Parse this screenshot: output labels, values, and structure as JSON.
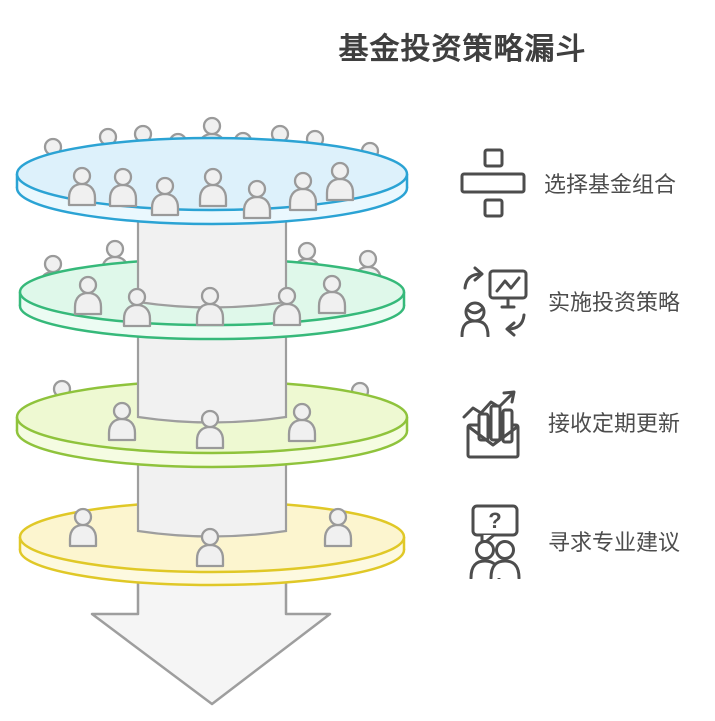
{
  "title": "基金投资策略漏斗",
  "title_color": "#3f3f3f",
  "funnel": {
    "layers": [
      {
        "name": "top-layer",
        "fill_top": "#ddf1fb",
        "fill_side": "#eaf8fe",
        "stroke": "#2ba3d4",
        "people_count": 16
      },
      {
        "name": "second-layer",
        "fill_top": "#dff8ea",
        "fill_side": "#ecfcf3",
        "stroke": "#36b97a",
        "people_count": 9
      },
      {
        "name": "third-layer",
        "fill_top": "#eef9d2",
        "fill_side": "#f5fce2",
        "stroke": "#8fc33c",
        "people_count": 5
      },
      {
        "name": "bottom-layer",
        "fill_top": "#fcf5cf",
        "fill_side": "#fdf9e0",
        "stroke": "#e0c827",
        "people_count": 3
      }
    ],
    "column_color": "#f1f1f1",
    "arrow_color": "#f5f5f5",
    "person_fill": "#f0f0f0",
    "person_stroke": "#9a9a9a"
  },
  "steps": [
    {
      "icon": "fund-allocation-icon",
      "label": "选择基金组合"
    },
    {
      "icon": "implement-strategy-icon",
      "label": "实施投资策略"
    },
    {
      "icon": "receive-updates-icon",
      "label": "接收定期更新"
    },
    {
      "icon": "seek-advice-icon",
      "label": "寻求专业建议"
    }
  ],
  "icon_glyphs": {
    "question_mark": "?"
  }
}
